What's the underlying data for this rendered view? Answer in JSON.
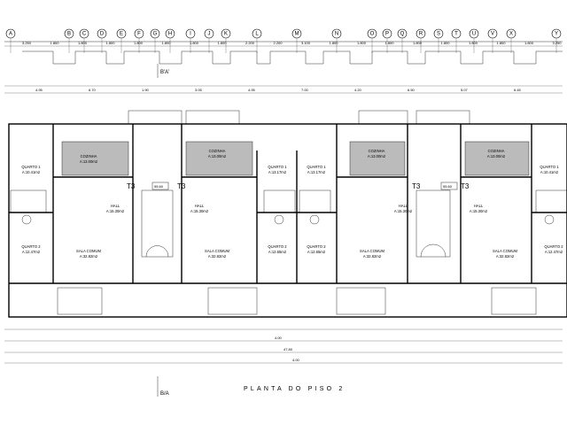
{
  "drawing": {
    "title": "PLANTA DO PISO 2",
    "section_marks": [
      "B'A'",
      "B/A"
    ]
  },
  "grid_letters": [
    "A",
    "B",
    "C",
    "D",
    "E",
    "F",
    "G",
    "H",
    "I",
    "J",
    "K",
    "L",
    "M",
    "N",
    "O",
    "P",
    "Q",
    "R",
    "S",
    "T",
    "U",
    "V",
    "X",
    "Y"
  ],
  "top_dimensions": [
    "3.250",
    "1.800",
    "1.800",
    "1.800",
    "1.800",
    "1.800",
    "1.800",
    "1.800",
    "2.200",
    "2.200",
    "3.100",
    "1.800",
    "1.800",
    "1.800",
    "1.800",
    "1.800",
    "1.800",
    "1.800",
    "1.800",
    "3.250"
  ],
  "overall_dims": [
    "4.95",
    "6.70",
    "1.90",
    "3.05",
    "4.95",
    "7.00",
    "4.20",
    "6.50",
    "5.07",
    "6.45"
  ],
  "bottom_dims": [
    "47.80",
    "4.00",
    "4.00"
  ],
  "rooms": [
    {
      "name": "QUARTO 1",
      "area": "A:10.41m2"
    },
    {
      "name": "COZINHA",
      "area": "A:13.00m2"
    },
    {
      "name": "COZINHA",
      "area": "A:13.00m2"
    },
    {
      "name": "QUARTO 1",
      "area": "A:13.17m2"
    },
    {
      "name": "QUARTO 1",
      "area": "A:13.17m2"
    },
    {
      "name": "COZINHA",
      "area": "A:13.00m2"
    },
    {
      "name": "COZINHA",
      "area": "A:13.00m2"
    },
    {
      "name": "QUARTO 1",
      "area": "A:10.41m2"
    },
    {
      "name": "HALL",
      "area": "A:15.30m2"
    },
    {
      "name": "HALL",
      "area": "A:15.30m2"
    },
    {
      "name": "HALL",
      "area": "A:15.30m2"
    },
    {
      "name": "HALL",
      "area": "A:15.30m2"
    },
    {
      "name": "QUARTO 2",
      "area": "A:12.47m2"
    },
    {
      "name": "SALA COMUM",
      "area": "A:32.82m2"
    },
    {
      "name": "SALA COMUM",
      "area": "A:32.82m2"
    },
    {
      "name": "QUARTO 2",
      "area": "A:12.65m2"
    },
    {
      "name": "QUARTO 2",
      "area": "A:12.65m2"
    },
    {
      "name": "SALA COMUM",
      "area": "A:32.82m2"
    },
    {
      "name": "SALA COMUM",
      "area": "A:32.82m2"
    },
    {
      "name": "QUARTO 2",
      "area": "A:12.47m2"
    }
  ],
  "unit_tags": [
    "T3",
    "T3",
    "T3",
    "T3"
  ],
  "tag_values": [
    "55.60",
    "55.60"
  ]
}
